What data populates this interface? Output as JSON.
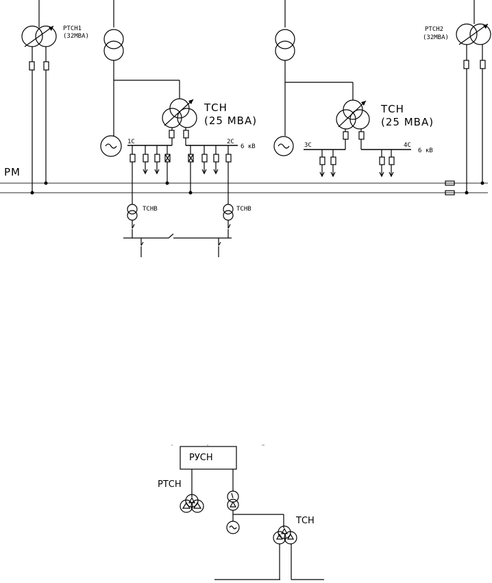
{
  "top_diagram": {
    "rtsn1": {
      "name": "РТСН1",
      "rating": "(32МВА)"
    },
    "rtsn2": {
      "name": "РТСН2",
      "rating": "(32МВА)"
    },
    "tsn_left": {
      "name": "ТСН",
      "rating": "(25 МВА)"
    },
    "tsn_right": {
      "name": "ТСН",
      "rating": "(25 МВА)"
    },
    "sections": [
      "1С",
      "2С",
      "3С",
      "4С"
    ],
    "voltage_left": "6 кВ",
    "voltage_right": "6 кВ",
    "bus_label": "РМ",
    "tsnv_left": "ТСНВ",
    "tsnv_right": "ТСНВ"
  },
  "bottom_diagram": {
    "board": "РУСН",
    "rtsn": "РТСН",
    "tsn": "ТСН"
  }
}
